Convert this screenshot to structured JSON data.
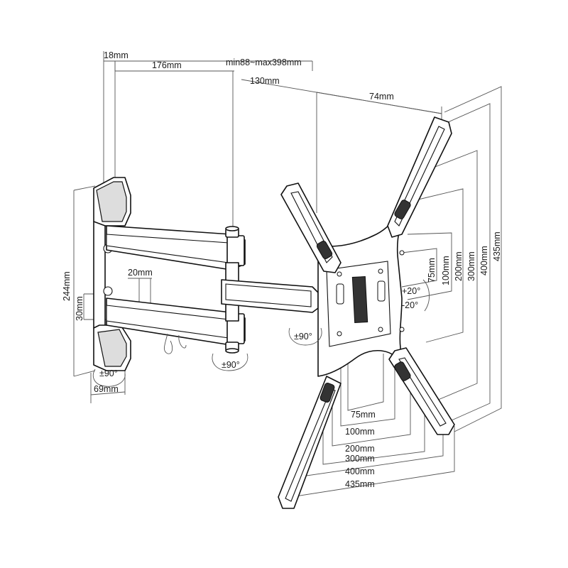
{
  "dimensions": {
    "top_18": "18mm",
    "top_176": "176mm",
    "top_range": "min88~max398mm",
    "top_130": "130mm",
    "top_74": "74mm",
    "arm_gap": "20mm",
    "height_244": "244mm",
    "height_30": "30mm",
    "depth_69": "69mm",
    "vert_75": "75mm",
    "vert_100": "100mm",
    "vert_200": "200mm",
    "vert_300": "300mm",
    "vert_400": "400mm",
    "vert_435": "435mm",
    "horiz_75": "75mm",
    "horiz_100": "100mm",
    "horiz_200": "200mm",
    "horiz_300": "300mm",
    "horiz_400": "400mm",
    "horiz_435": "435mm"
  },
  "rotations": {
    "wall_swivel": "±90°",
    "arm_swivel": "±90°",
    "head_swivel": "±90°",
    "tilt_up": "+20°",
    "tilt_down": "-20°"
  }
}
